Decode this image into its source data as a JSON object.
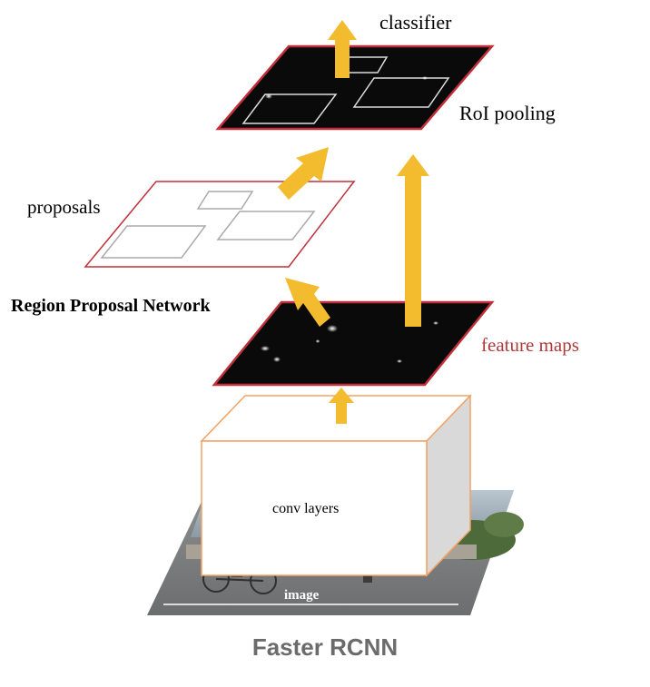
{
  "title": "Faster RCNN",
  "labels": {
    "classifier": "classifier",
    "roi_pooling": "RoI pooling",
    "proposals": "proposals",
    "rpn": "Region Proposal Network",
    "feature_maps": "feature maps",
    "conv_layers": "conv layers",
    "image": "image"
  },
  "colors": {
    "arrow": "#f3bb2e",
    "plane_border": "#c0303a",
    "feature_map_fill": "#0a0a0a",
    "box_edge": "#f2a264",
    "feature_maps_text": "#b03a3a",
    "title_text": "#6b6b6b"
  }
}
